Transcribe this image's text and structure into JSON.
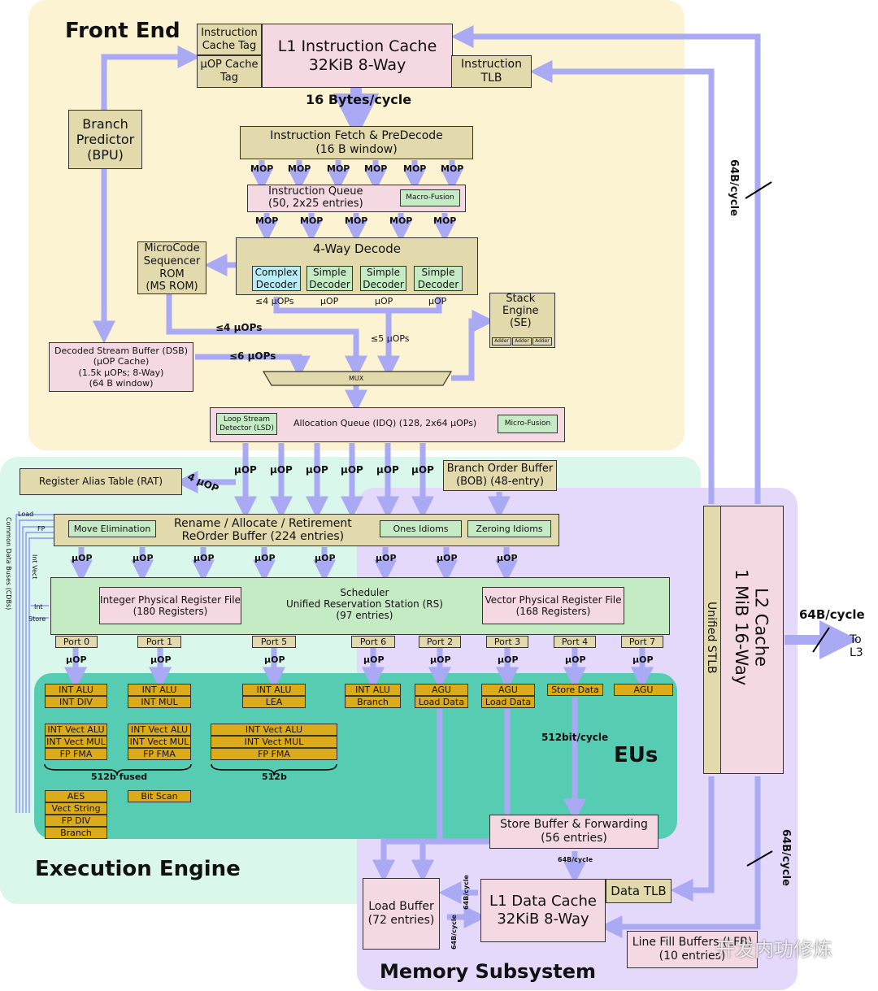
{
  "colors": {
    "front_end_bg": "#fcf3d2",
    "exec_bg": "#daf7eb",
    "eus_bg": "#56cdb2",
    "memory_bg": "#e4d8fb",
    "arrow": "#a9a9f4",
    "unit": "#dcab1a"
  },
  "regions": {
    "front_end": "Front End",
    "execution_engine": "Execution Engine",
    "eus": "EUs",
    "memory": "Memory Subsystem"
  },
  "front_end": {
    "ic_tag": "Instruction\nCache Tag",
    "uop_tag": "µOP Cache\nTag",
    "l1i": "L1 Instruction Cache\n32KiB 8-Way",
    "itlb": "Instruction\nTLB",
    "bw": "16 Bytes/cycle",
    "bpu": "Branch\nPredictor\n(BPU)",
    "fetch": "Instruction Fetch & PreDecode\n(16 B window)",
    "mop": "MOP",
    "iq": "Instruction Queue\n(50, 2x25 entries)",
    "macro": "Macro-Fusion",
    "msrom": "MicroCode\nSequencer\nROM\n(MS ROM)",
    "decode": "4-Way Decode",
    "complex": "Complex\nDecoder",
    "simple": "Simple\nDecoder",
    "le4": "≤4 µOPs",
    "uop": "µOP",
    "msrom_bw": "≤4 µOPs",
    "le5": "≤5 µOPs",
    "le6": "≤6 µOPs",
    "stack": "Stack\nEngine\n(SE)",
    "adder": "Adder",
    "dsb": "Decoded Stream Buffer (DSB)\n(µOP Cache)\n(1.5k µOPs; 8-Way)\n(64 B window)",
    "mux": "MUX",
    "lsd": "Loop Stream\nDetector (LSD)",
    "idq": "Allocation Queue (IDQ) (128, 2x64 µOPs)",
    "micro": "Micro-Fusion"
  },
  "exec": {
    "rat": "Register Alias Table (RAT)",
    "four_uop": "4 µOP",
    "bob": "Branch Order Buffer\n(BOB) (48-entry)",
    "uop": "µOP",
    "rename": "Rename / Allocate / Retirement\nReOrder Buffer (224 entries)",
    "move": "Move Elimination",
    "ones": "Ones Idioms",
    "zero": "Zeroing Idioms",
    "cdb": "Common Data Buses (CDBs)",
    "cdb_load": "Load",
    "cdb_fp": "FP",
    "cdb_intvect": "Int Vect",
    "cdb_int": "Int",
    "cdb_store": "Store",
    "sched": "Scheduler\nUnified Reservation Station (RS)\n(97 entries)",
    "iprf": "Integer Physical Register File\n(180 Registers)",
    "vprf": "Vector Physical Register File\n(168 Registers)",
    "ports": [
      "Port 0",
      "Port 1",
      "Port 5",
      "Port 6",
      "Port 2",
      "Port 3",
      "Port 4",
      "Port 7"
    ],
    "units": {
      "p0a": "INT ALU",
      "p0b": "INT DIV",
      "p1a": "INT ALU",
      "p1b": "INT MUL",
      "p5a": "INT ALU",
      "p5b": "LEA",
      "p6a": "INT ALU",
      "p6b": "Branch",
      "p2a": "AGU",
      "p2b": "Load Data",
      "p3a": "AGU",
      "p3b": "Load Data",
      "p4a": "Store Data",
      "p7a": "AGU",
      "va": "INT Vect ALU",
      "vb": "INT Vect MUL",
      "vc": "FP FMA",
      "aes": "AES",
      "vs": "Vect String",
      "fpdiv": "FP DIV",
      "br": "Branch",
      "bitscan": "Bit Scan"
    },
    "fused": "512b fused",
    "b512": "512b",
    "store_bw": "512bit/cycle"
  },
  "memory": {
    "sbf": "Store Buffer & Forwarding\n(56 entries)",
    "bw64": "64B/cycle",
    "lb": "Load Buffer\n(72 entries)",
    "l1d": "L1 Data Cache\n32KiB 8-Way",
    "dtlb": "Data TLB",
    "lfb": "Line Fill Buffers (LFB)\n(10 entries)",
    "l2": "L2 Cache\n1 MiB 16-Way",
    "stlb": "Unified STLB",
    "l2_top_bw": "64B/cycle",
    "l2_bot_bw": "64B/cycle",
    "l3_bw": "64B/cycle",
    "to_l3": "To L3",
    "small_bw": "64B/cycle"
  },
  "watermark": "开发内功修炼"
}
